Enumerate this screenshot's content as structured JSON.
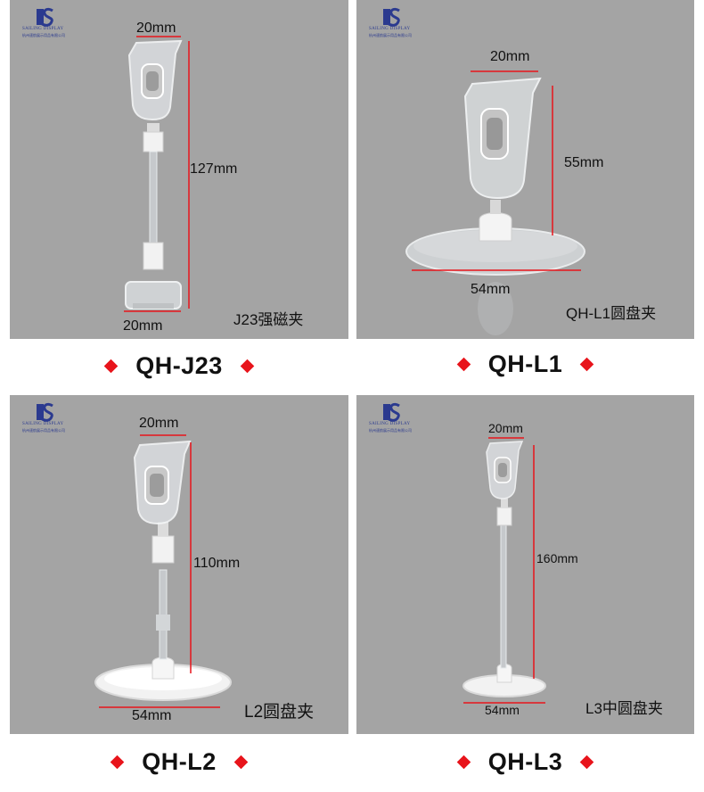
{
  "brand": {
    "name": "SAILING DISPLAY",
    "subtitle": "杭州速航展示用品有限公司",
    "color": "#2b3a8f"
  },
  "accent_color": "#e8141b",
  "panel_color": "#a4a4a4",
  "products": [
    {
      "model": "QH-J23",
      "caption": "J23强磁夹",
      "dims": {
        "top_width": "20mm",
        "height": "127mm",
        "base_width": "20mm"
      },
      "icon": "clip-magnetic-stand-icon"
    },
    {
      "model": "QH-L1",
      "caption": "QH-L1圆盘夹",
      "dims": {
        "top_width": "20mm",
        "height": "55mm",
        "base_width": "54mm"
      },
      "icon": "clip-disc-base-icon"
    },
    {
      "model": "QH-L2",
      "caption": "L2圆盘夹",
      "dims": {
        "top_width": "20mm",
        "height": "110mm",
        "base_width": "54mm"
      },
      "icon": "clip-disc-stand-icon"
    },
    {
      "model": "QH-L3",
      "caption": "L3中圆盘夹",
      "dims": {
        "top_width": "20mm",
        "height": "160mm",
        "base_width": "54mm"
      },
      "icon": "clip-tall-disc-stand-icon"
    }
  ]
}
